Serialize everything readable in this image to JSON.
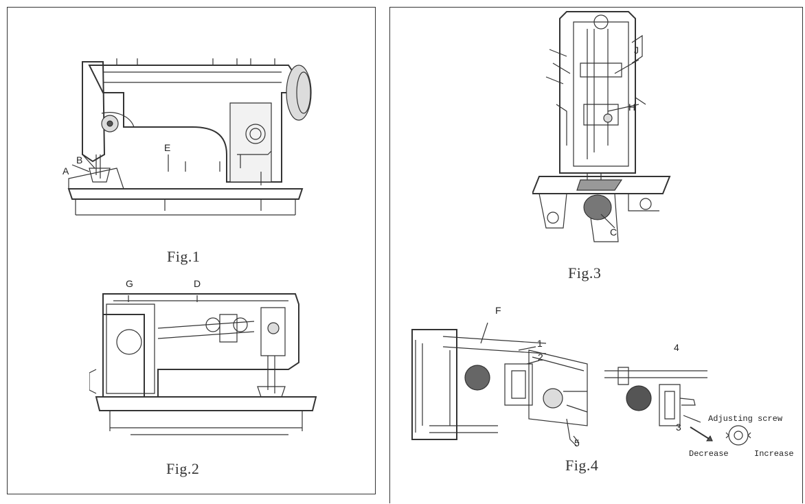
{
  "figures": [
    {
      "id": "fig1",
      "caption": "Fig.1",
      "callouts": {
        "a": "A",
        "b": "B",
        "e": "E"
      }
    },
    {
      "id": "fig2",
      "caption": "Fig.2",
      "callouts": {
        "g": "G",
        "d": "D"
      }
    },
    {
      "id": "fig3",
      "caption": "Fig.3",
      "callouts": {
        "j": "J",
        "h": "H",
        "c": "C"
      }
    },
    {
      "id": "fig4",
      "caption": "Fig.4",
      "callouts": {
        "f": "F",
        "n1": "1",
        "n2": "2",
        "n3": "3",
        "n4": "4",
        "n5": "5"
      },
      "notes": {
        "adjusting_screw": "Adjusting screw",
        "decrease": "Decrease",
        "increase": "Increase"
      }
    }
  ]
}
